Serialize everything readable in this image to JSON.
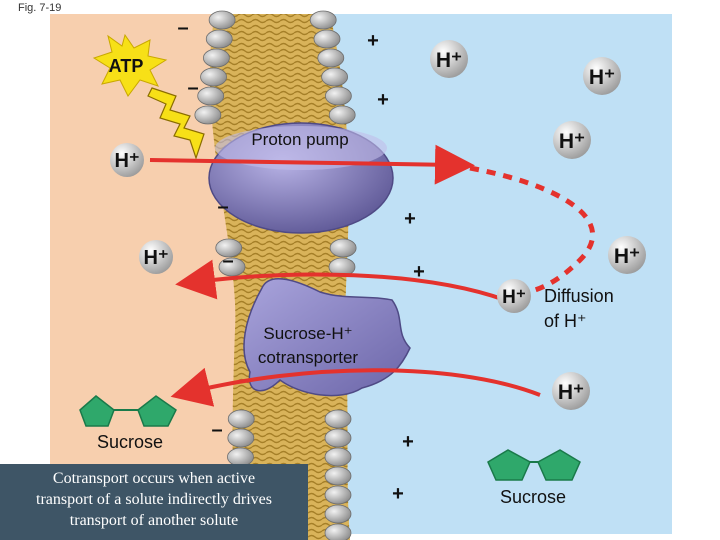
{
  "figure_label": "Fig. 7-19",
  "labels": {
    "atp": "ATP",
    "proton_pump": "Proton pump",
    "cotransporter_line1": "Sucrose-H⁺",
    "cotransporter_line2": "cotransporter",
    "diffusion_line1": "Diffusion",
    "diffusion_line2": "of H⁺",
    "sucrose_left": "Sucrose",
    "sucrose_right": "Sucrose",
    "ion": "H⁺",
    "minus": "–",
    "plus": "+"
  },
  "caption": {
    "line1": "Cotransport occurs when active",
    "line2": "transport of a solute indirectly drives",
    "line3": "transport of another solute"
  },
  "colors": {
    "cytoplasm": "#f7cfae",
    "extracellular": "#bfe0f5",
    "membrane_core": "#d9b35a",
    "head_group": "#a8a8a8",
    "protein": "#8d87c6",
    "arrow": "#e4322d",
    "atp_burst": "#f7e017",
    "sucrose": "#2fa86b",
    "caption_bg": "#3e5566"
  }
}
